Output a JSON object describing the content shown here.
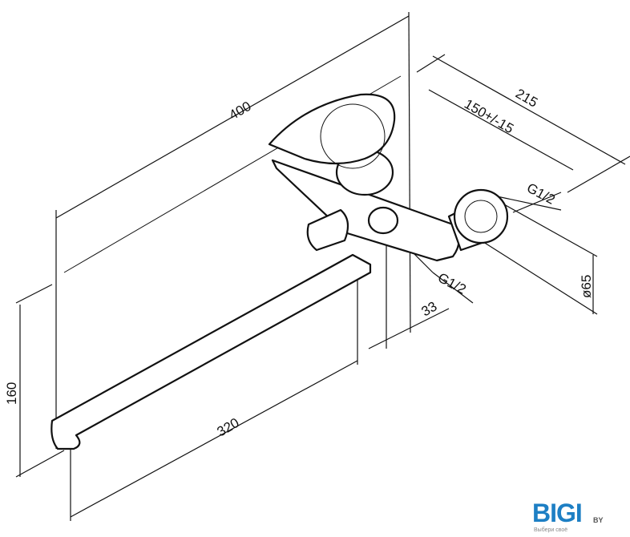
{
  "dimensions": {
    "overall_length": "400",
    "wall_depth": "215",
    "center_distance": "150+/-15",
    "thread_inlet": "G1/2",
    "thread_outlet": "G1/2",
    "flange_diameter": "ø65",
    "outlet_offset": "33",
    "spout_height": "160",
    "spout_length": "320"
  },
  "logo": {
    "name": "BIGI",
    "suffix": "BY",
    "tagline": "Выбери своё",
    "color": "#1d7fc4"
  }
}
